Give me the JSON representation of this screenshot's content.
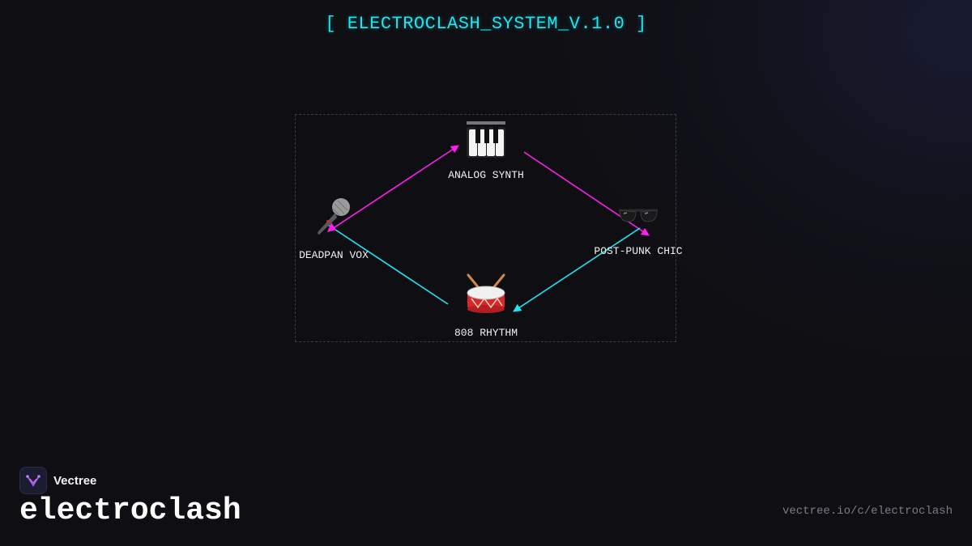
{
  "header": {
    "title": "[ ELECTROCLASH_SYSTEM_V.1.0 ]"
  },
  "diagram": {
    "nodes": [
      {
        "id": "synth",
        "label": "ANALOG SYNTH",
        "icon": "piano-keyboard-icon"
      },
      {
        "id": "glasses",
        "label": "POST-PUNK CHIC",
        "icon": "sunglasses-icon"
      },
      {
        "id": "drum",
        "label": "808 RHYTHM",
        "icon": "drum-icon"
      },
      {
        "id": "vox",
        "label": "DEADPAN VOX",
        "icon": "microphone-icon"
      }
    ],
    "edges": [
      {
        "from": "vox",
        "to": "synth",
        "color": "#ff1ef0"
      },
      {
        "from": "synth",
        "to": "glasses",
        "color": "#ff1ef0"
      },
      {
        "from": "glasses",
        "to": "drum",
        "color": "#1ee6f0"
      },
      {
        "from": "drum",
        "to": "vox",
        "color": "#1ee6f0"
      }
    ]
  },
  "footer": {
    "brand": "Vectree",
    "title": "electroclash",
    "url": "vectree.io/c/electroclash"
  },
  "colors": {
    "cyan": "#1ee6f0",
    "magenta": "#ff1ef0",
    "background": "#0f0f13"
  }
}
